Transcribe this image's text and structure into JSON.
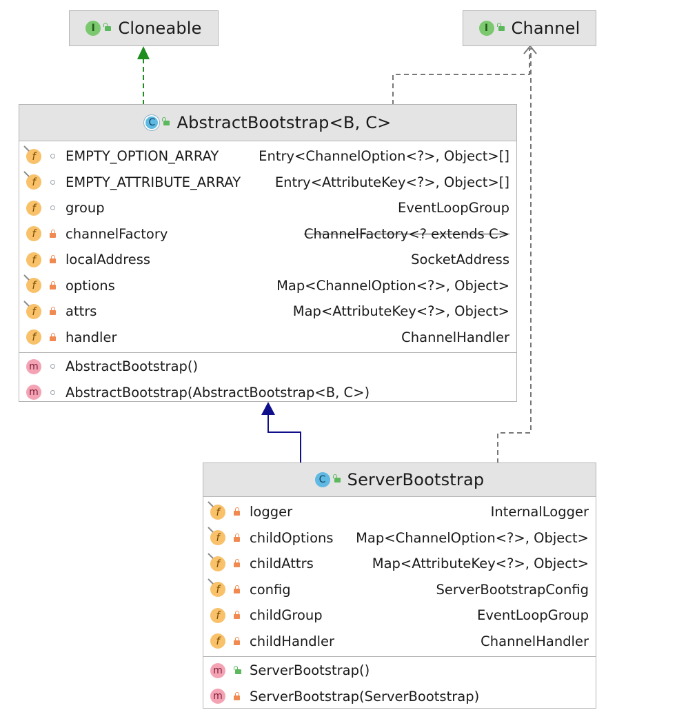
{
  "interfaces": {
    "cloneable": {
      "kind": "I",
      "name": "Cloneable"
    },
    "channel": {
      "kind": "I",
      "name": "Channel"
    }
  },
  "abstract_bootstrap": {
    "kind": "C",
    "name": "AbstractBootstrap<B, C>",
    "fields": [
      {
        "name": "EMPTY_OPTION_ARRAY",
        "type": "Entry<ChannelOption<?>, Object>[]"
      },
      {
        "name": "EMPTY_ATTRIBUTE_ARRAY",
        "type": "Entry<AttributeKey<?>, Object>[]"
      },
      {
        "name": "group",
        "type": "EventLoopGroup"
      },
      {
        "name": "channelFactory",
        "type": "ChannelFactory<? extends C>"
      },
      {
        "name": "localAddress",
        "type": "SocketAddress"
      },
      {
        "name": "options",
        "type": "Map<ChannelOption<?>, Object>"
      },
      {
        "name": "attrs",
        "type": "Map<AttributeKey<?>, Object>"
      },
      {
        "name": "handler",
        "type": "ChannelHandler"
      }
    ],
    "methods": [
      {
        "signature": "AbstractBootstrap()"
      },
      {
        "signature": "AbstractBootstrap(AbstractBootstrap<B, C>)"
      }
    ]
  },
  "server_bootstrap": {
    "kind": "C",
    "name": "ServerBootstrap",
    "fields": [
      {
        "name": "logger",
        "type": "InternalLogger"
      },
      {
        "name": "childOptions",
        "type": "Map<ChannelOption<?>, Object>"
      },
      {
        "name": "childAttrs",
        "type": "Map<AttributeKey<?>, Object>"
      },
      {
        "name": "config",
        "type": "ServerBootstrapConfig"
      },
      {
        "name": "childGroup",
        "type": "EventLoopGroup"
      },
      {
        "name": "childHandler",
        "type": "ChannelHandler"
      }
    ],
    "methods": [
      {
        "signature": "ServerBootstrap()"
      },
      {
        "signature": "ServerBootstrap(ServerBootstrap)"
      }
    ]
  },
  "colors": {
    "implements_cloneable": "#1e8c1e",
    "extends": "#0f0f8c",
    "implements_channel": "#777777"
  }
}
